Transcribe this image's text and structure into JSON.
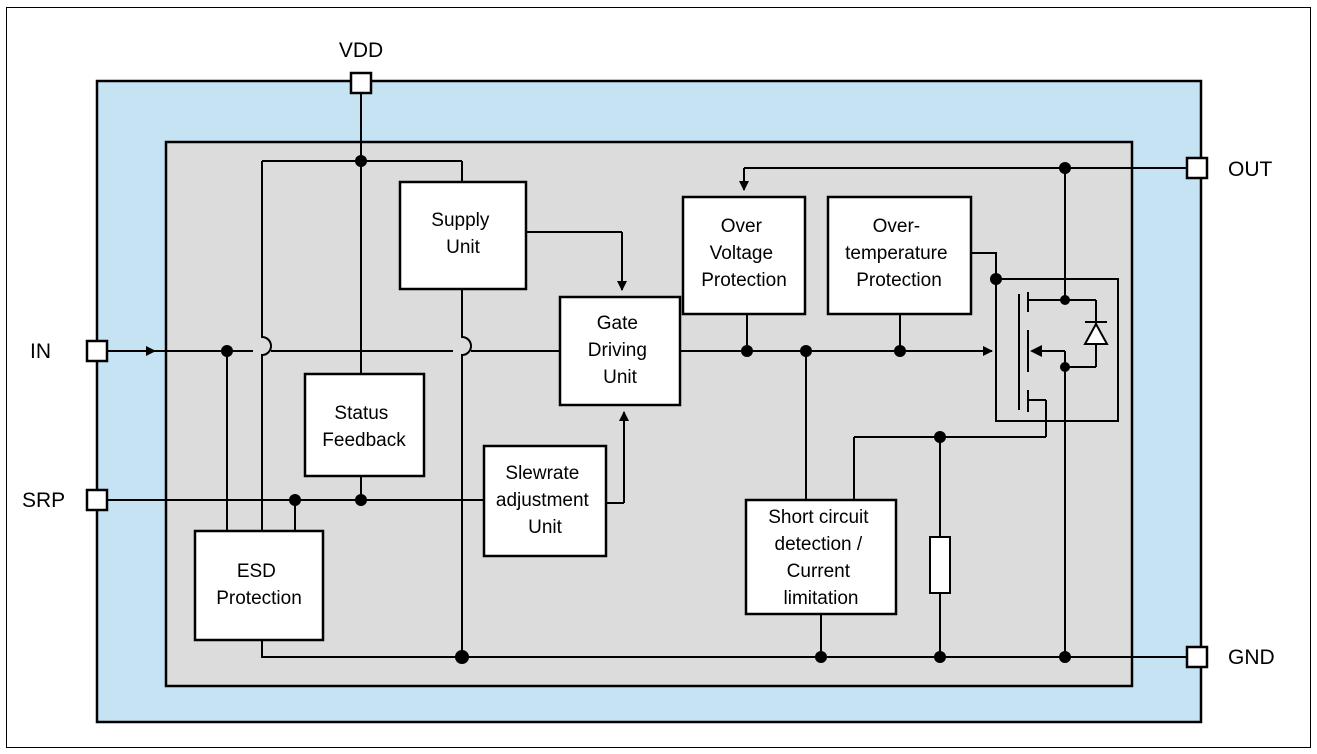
{
  "pins": {
    "vdd": "VDD",
    "out": "OUT",
    "in": "IN",
    "srp": "SRP",
    "gnd": "GND"
  },
  "blocks": {
    "supply": [
      "Supply",
      "Unit"
    ],
    "gate": [
      "Gate",
      "Driving",
      "Unit"
    ],
    "ovp": [
      "Over",
      "Voltage",
      "Protection"
    ],
    "otp": [
      "Over-",
      "temperature",
      "Protection"
    ],
    "status": [
      "Status",
      "Feedback"
    ],
    "slew": [
      "Slewrate",
      "adjustment",
      "Unit"
    ],
    "esd": [
      "ESD",
      "Protection"
    ],
    "short": [
      "Short circuit",
      "detection /",
      "Current",
      "limitation"
    ]
  },
  "colors": {
    "package": "#c5e3f2",
    "die": "#dcdcdc",
    "block": "#ffffff",
    "line": "#000000"
  }
}
